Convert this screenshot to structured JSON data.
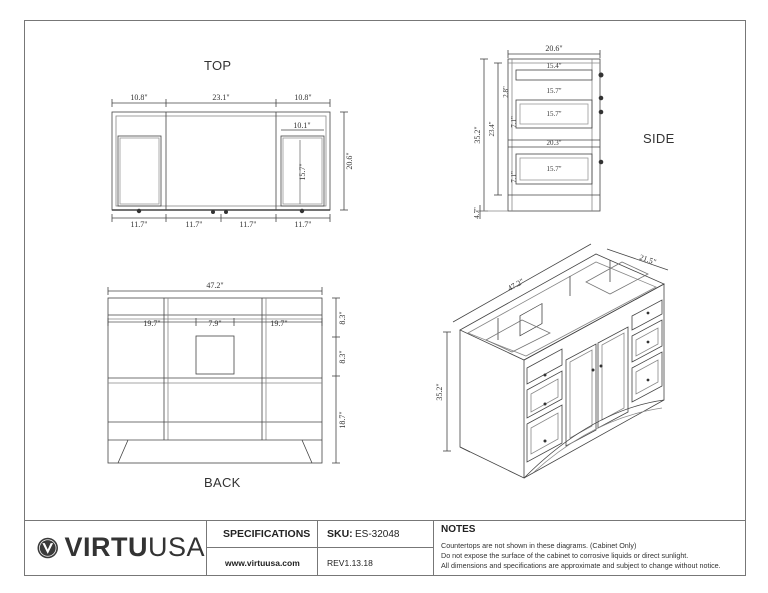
{
  "views": {
    "top": "TOP",
    "side": "SIDE",
    "back": "BACK"
  },
  "top_dims": {
    "w_left": "10.8\"",
    "w_mid": "23.1\"",
    "w_right": "10.8\"",
    "drawer_w": "10.1\"",
    "depth": "20.6\"",
    "drawer_h": "15.7\"",
    "bottom": [
      "11.7\"",
      "11.7\"",
      "11.7\"",
      "11.7\""
    ]
  },
  "side_dims": {
    "top_w": "20.6\"",
    "d1": "15.4\"",
    "d2": "15.7\"",
    "d3": "15.7\"",
    "inner_w": "20.3\"",
    "d4": "15.7\"",
    "height": "35.2\"",
    "upper_h": "23.4\"",
    "h_a": "2.8\"",
    "h_b": "7.1\"",
    "h_c": "7.1\"",
    "toe": "4.7\""
  },
  "back_dims": {
    "width": "47.2\"",
    "left": "19.7\"",
    "mid": "7.9\"",
    "right": "19.7\"",
    "r1": "8.3\"",
    "r2": "8.3\"",
    "r3": "18.7\""
  },
  "iso_dims": {
    "width": "47.2\"",
    "depth": "21.5\"",
    "height": "35.2\""
  },
  "footer": {
    "brand_bold": "VIRTU",
    "brand_light": "USA",
    "specifications": "SPECIFICATIONS",
    "website": "www.virtuusa.com",
    "sku_label": "SKU:",
    "sku_value": "ES-32048",
    "revision": "REV1.13.18",
    "notes_title": "NOTES",
    "notes": [
      "Countertops are not shown in these diagrams. (Cabinet Only)",
      "Do not expose the surface of the cabinet to corrosive liquids or direct sunlight.",
      "All dimensions and specifications are approximate and subject to change without notice."
    ]
  }
}
